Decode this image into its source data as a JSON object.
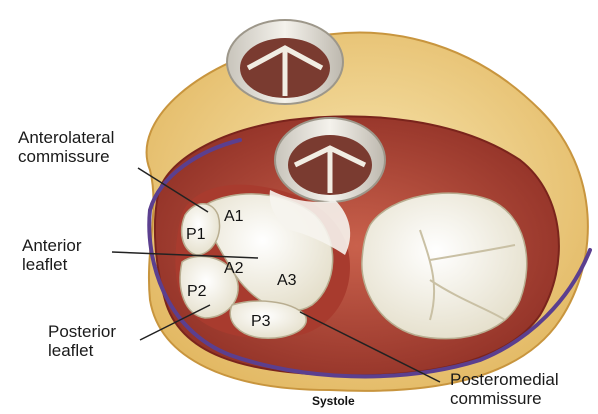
{
  "labels": {
    "anterolateral": [
      "Anterolateral",
      "commissure"
    ],
    "anterior": [
      "Anterior",
      "leaflet"
    ],
    "posterior": [
      "Posterior",
      "leaflet"
    ],
    "posteromedial": [
      "Posteromedial",
      "commissure"
    ]
  },
  "segments": {
    "a1": "A1",
    "a2": "A2",
    "a3": "A3",
    "p1": "P1",
    "p2": "P2",
    "p3": "P3"
  },
  "caption": "Systole",
  "colors": {
    "fat": "#f2d48a",
    "myocardium": "#b84a3a",
    "leaflet": "#f3f0e2",
    "vessel": "#5b3f8f",
    "valve_ring": "#ece9df"
  }
}
